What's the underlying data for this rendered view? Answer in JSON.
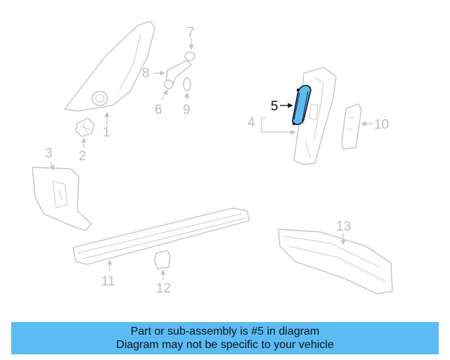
{
  "diagram": {
    "callouts": [
      {
        "id": "1",
        "label": "1"
      },
      {
        "id": "2",
        "label": "2"
      },
      {
        "id": "3",
        "label": "3"
      },
      {
        "id": "4",
        "label": "4"
      },
      {
        "id": "5",
        "label": "5"
      },
      {
        "id": "6",
        "label": "6"
      },
      {
        "id": "7",
        "label": "7"
      },
      {
        "id": "8",
        "label": "8"
      },
      {
        "id": "9",
        "label": "9"
      },
      {
        "id": "10",
        "label": "10"
      },
      {
        "id": "11",
        "label": "11"
      },
      {
        "id": "12",
        "label": "12"
      },
      {
        "id": "13",
        "label": "13"
      }
    ],
    "highlighted_part": "5",
    "highlight_color": "#5bbcf5"
  },
  "banner": {
    "line1": "Part or sub-assembly is #5 in diagram",
    "line2": "Diagram may not be specific to your vehicle",
    "background": "#5bbcf5"
  }
}
